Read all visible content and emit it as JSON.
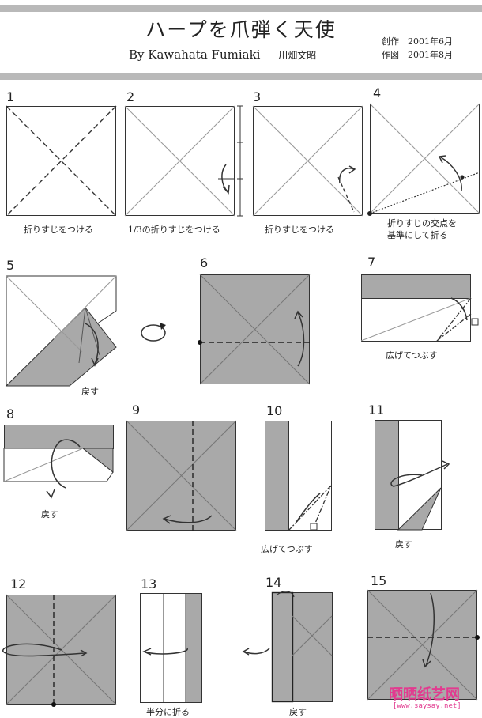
{
  "header": {
    "title": "ハープを爪弾く天使",
    "byline": "By Kawahata Fumiaki",
    "author_jp": "川畑文昭",
    "created": "創作　2001年6月",
    "drawn": "作図　2001年8月"
  },
  "steps": [
    {
      "number": "1",
      "caption": "折りすじをつける"
    },
    {
      "number": "2",
      "caption": "1/3の折りすじをつける"
    },
    {
      "number": "3",
      "caption": "折りすじをつける"
    },
    {
      "number": "4",
      "caption": "折りすじの交点を",
      "caption2": "基準にして折る"
    },
    {
      "number": "5",
      "caption": "戻す"
    },
    {
      "number": "6",
      "caption": ""
    },
    {
      "number": "7",
      "caption": "広げてつぶす"
    },
    {
      "number": "8",
      "caption": "戻す"
    },
    {
      "number": "9",
      "caption": ""
    },
    {
      "number": "10",
      "caption": "広げてつぶす"
    },
    {
      "number": "11",
      "caption": "戻す"
    },
    {
      "number": "12",
      "caption": ""
    },
    {
      "number": "13",
      "caption": "半分に折る"
    },
    {
      "number": "14",
      "caption": "戻す"
    },
    {
      "number": "15",
      "caption": ""
    }
  ],
  "watermark": {
    "logo": "晒晒纸艺网",
    "url": "[www.saysay.net]",
    "color": "#e23a8f"
  },
  "colors": {
    "paper_gray": "#a9a9a9",
    "paper_white": "#ffffff",
    "line": "#333333"
  }
}
